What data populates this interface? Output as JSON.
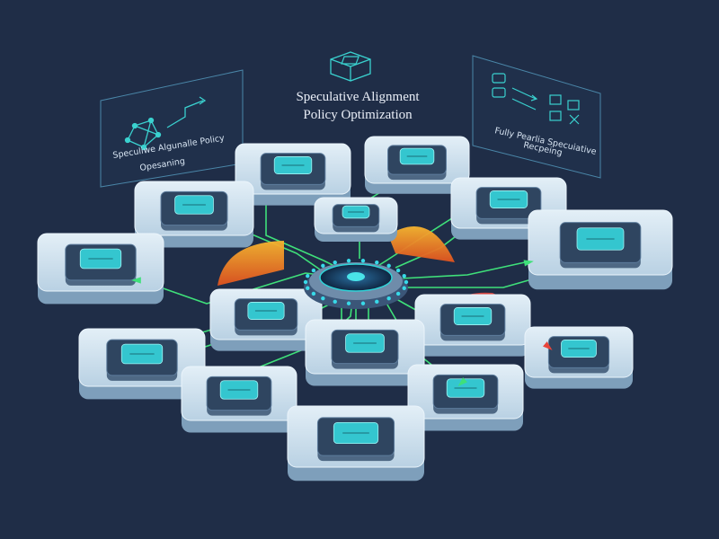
{
  "diagram": {
    "title": [
      "Speculative Alignment",
      "Policy Optimization"
    ],
    "left_panel": {
      "caption": [
        "Speculiwe Algunalle Policy",
        "Opesaning"
      ]
    },
    "right_panel": {
      "caption": [
        "Fully Pearlia Specuiative",
        "Recpeing"
      ]
    },
    "colors": {
      "background": "#1f2d47",
      "node_body": "#cfe2ef",
      "node_side": "#7e9fbb",
      "chip_dark": "#2f4560",
      "chip_glow": "#34c6cf",
      "connector": "#3fe07a",
      "accent_orange": "#f2a62a",
      "accent_red": "#e8443a",
      "hub_ring": "#6f8caa"
    },
    "icons": [
      "graph-network-icon",
      "chip-box-icon",
      "flow-diagram-icon"
    ]
  }
}
